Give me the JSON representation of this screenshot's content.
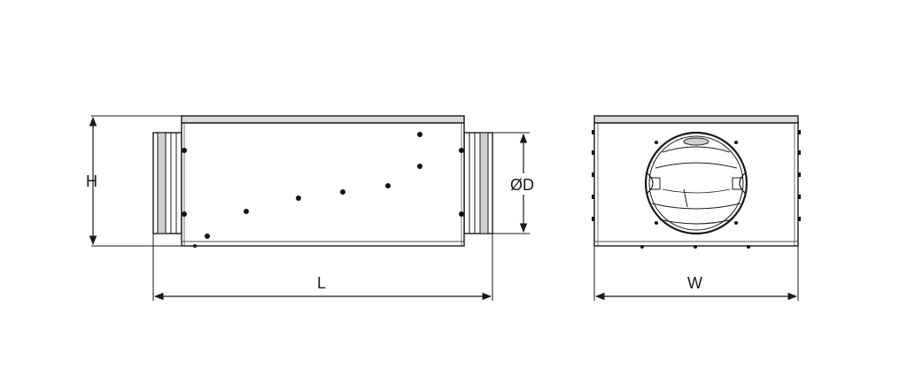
{
  "labels": {
    "height": "H",
    "length": "L",
    "diameter": "ØD",
    "width": "W"
  },
  "colors": {
    "line": "#1a1a1a",
    "top_band": "#d9d9d9",
    "spigot": "#bdbdbd",
    "dot": "#111111"
  }
}
